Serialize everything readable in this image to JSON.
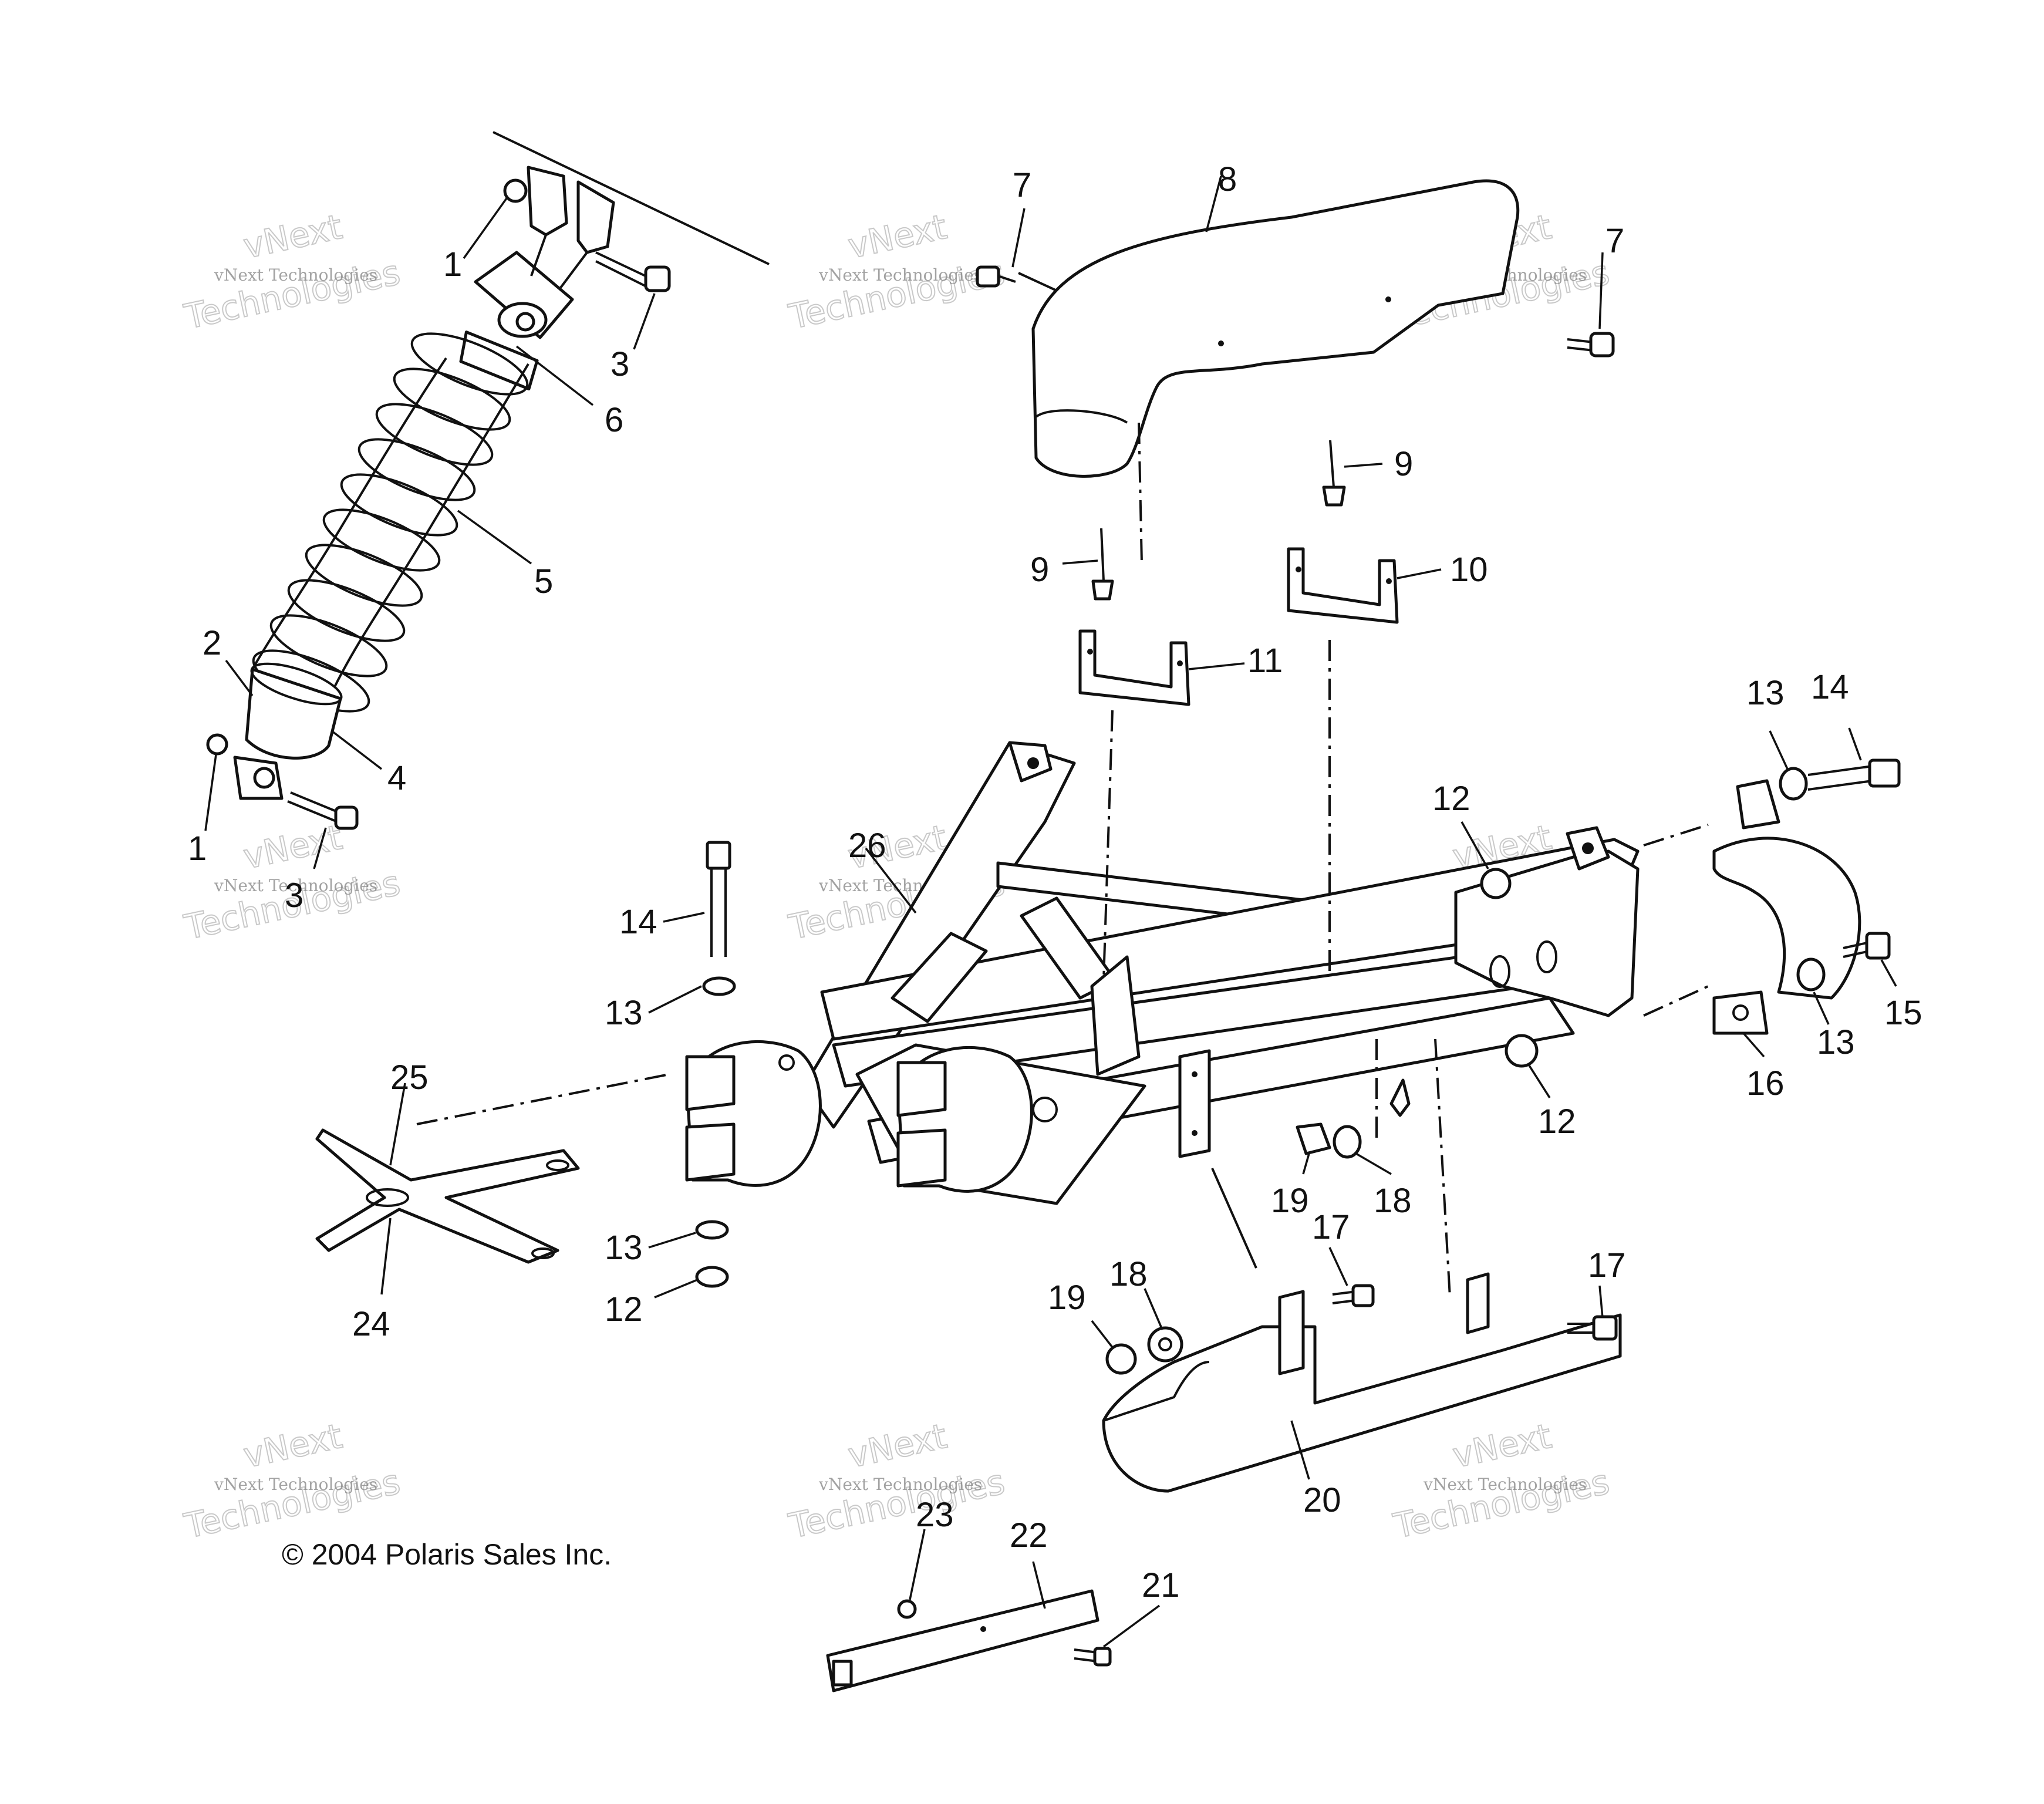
{
  "copyright": "© 2004 Polaris Sales Inc.",
  "watermark": {
    "line1": "vNext Technologies",
    "line2": "vNext",
    "line3": "Technologies"
  },
  "callouts": {
    "c1a": "1",
    "c1b": "1",
    "c2": "2",
    "c3a": "3",
    "c3b": "3",
    "c4": "4",
    "c5": "5",
    "c6": "6",
    "c7a": "7",
    "c7b": "7",
    "c8": "8",
    "c9a": "9",
    "c9b": "9",
    "c10": "10",
    "c11": "11",
    "c12a": "12",
    "c12b": "12",
    "c12c": "12",
    "c13a": "13",
    "c13b": "13",
    "c13c": "13",
    "c13d": "13",
    "c14a": "14",
    "c14b": "14",
    "c15": "15",
    "c16": "16",
    "c17a": "17",
    "c17b": "17",
    "c18a": "18",
    "c18b": "18",
    "c19a": "19",
    "c19b": "19",
    "c20": "20",
    "c21": "21",
    "c22": "22",
    "c23": "23",
    "c24": "24",
    "c25": "25",
    "c26": "26"
  }
}
